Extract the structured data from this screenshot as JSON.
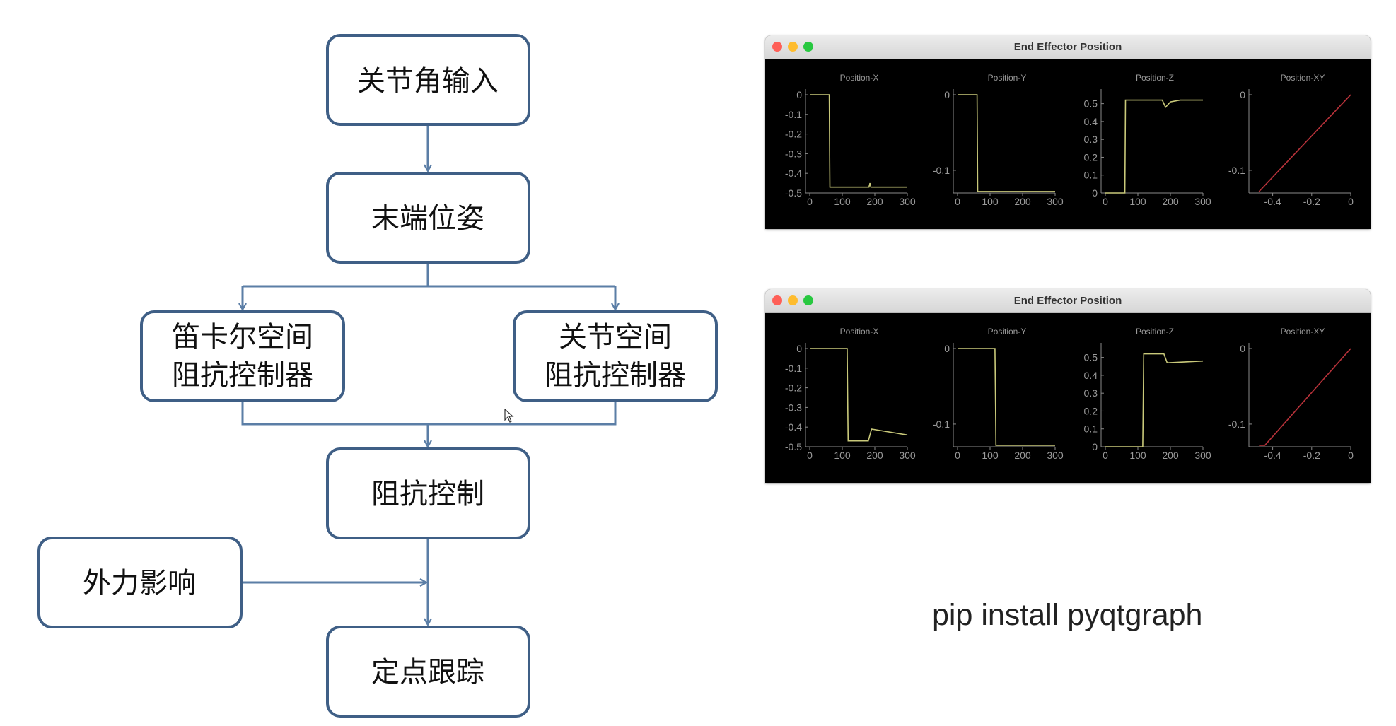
{
  "flowchart": {
    "nodes": {
      "joint_angle_input": "关节角输入",
      "end_pose": "末端位姿",
      "cartesian_line1": "笛卡尔空间",
      "cartesian_line2": "阻抗控制器",
      "joint_space_line1": "关节空间",
      "joint_space_line2": "阻抗控制器",
      "impedance_control": "阻抗控制",
      "external_force": "外力影响",
      "fixed_point_tracking": "定点跟踪"
    }
  },
  "windows": [
    {
      "title": "End Effector Position",
      "chart_data": [
        {
          "type": "line",
          "title": "Position-X",
          "xlim": [
            0,
            300
          ],
          "ylim": [
            -0.5,
            0
          ],
          "xticks": [
            "0",
            "100",
            "200",
            "300"
          ],
          "yticks": [
            "0",
            "-0.1",
            "-0.2",
            "-0.3",
            "-0.4",
            "-0.5"
          ],
          "x": [
            0,
            60,
            62,
            182,
            185,
            188,
            300
          ],
          "y": [
            0,
            0,
            -0.47,
            -0.47,
            -0.45,
            -0.47,
            -0.47
          ],
          "color": "#c9c97a"
        },
        {
          "type": "line",
          "title": "Position-Y",
          "xlim": [
            0,
            300
          ],
          "ylim": [
            -0.13,
            0
          ],
          "xticks": [
            "0",
            "100",
            "200",
            "300"
          ],
          "yticks": [
            "0",
            "-0.1"
          ],
          "x": [
            0,
            60,
            62,
            300
          ],
          "y": [
            0,
            0,
            -0.128,
            -0.128
          ],
          "color": "#c9c97a"
        },
        {
          "type": "line",
          "title": "Position-Z",
          "xlim": [
            0,
            300
          ],
          "ylim": [
            0,
            0.55
          ],
          "xticks": [
            "0",
            "100",
            "200",
            "300"
          ],
          "yticks": [
            "0.5",
            "0.4",
            "0.3",
            "0.2",
            "0.1",
            "0"
          ],
          "x": [
            0,
            60,
            62,
            175,
            185,
            200,
            230,
            300
          ],
          "y": [
            0,
            0,
            0.52,
            0.52,
            0.48,
            0.51,
            0.52,
            0.52
          ],
          "color": "#c9c97a"
        },
        {
          "type": "line",
          "title": "Position-XY",
          "xlim": [
            -0.5,
            0
          ],
          "ylim": [
            -0.13,
            0
          ],
          "xticks": [
            "-0.4",
            "-0.2",
            "0"
          ],
          "yticks": [
            "0",
            "-0.1"
          ],
          "x": [
            -0.47,
            0
          ],
          "y": [
            -0.128,
            0
          ],
          "color": "#b8323a"
        }
      ]
    },
    {
      "title": "End Effector Position",
      "chart_data": [
        {
          "type": "line",
          "title": "Position-X",
          "xlim": [
            0,
            300
          ],
          "ylim": [
            -0.5,
            0
          ],
          "xticks": [
            "0",
            "100",
            "200",
            "300"
          ],
          "yticks": [
            "0",
            "-0.1",
            "-0.2",
            "-0.3",
            "-0.4",
            "-0.5"
          ],
          "x": [
            0,
            115,
            118,
            180,
            190,
            300
          ],
          "y": [
            0,
            0,
            -0.47,
            -0.47,
            -0.41,
            -0.44
          ],
          "color": "#c9c97a"
        },
        {
          "type": "line",
          "title": "Position-Y",
          "xlim": [
            0,
            300
          ],
          "ylim": [
            -0.13,
            0
          ],
          "xticks": [
            "0",
            "100",
            "200",
            "300"
          ],
          "yticks": [
            "0",
            "-0.1"
          ],
          "x": [
            0,
            115,
            118,
            300
          ],
          "y": [
            0,
            0,
            -0.128,
            -0.128
          ],
          "color": "#c9c97a"
        },
        {
          "type": "line",
          "title": "Position-Z",
          "xlim": [
            0,
            300
          ],
          "ylim": [
            0,
            0.55
          ],
          "xticks": [
            "0",
            "100",
            "200",
            "300"
          ],
          "yticks": [
            "0.5",
            "0.4",
            "0.3",
            "0.2",
            "0.1",
            "0"
          ],
          "x": [
            0,
            115,
            118,
            180,
            190,
            300
          ],
          "y": [
            0,
            0,
            0.52,
            0.52,
            0.47,
            0.48
          ],
          "color": "#c9c97a"
        },
        {
          "type": "line",
          "title": "Position-XY",
          "xlim": [
            -0.5,
            0
          ],
          "ylim": [
            -0.13,
            0
          ],
          "xticks": [
            "-0.4",
            "-0.2",
            "0"
          ],
          "yticks": [
            "0",
            "-0.1"
          ],
          "x": [
            -0.47,
            -0.44,
            0
          ],
          "y": [
            -0.128,
            -0.128,
            0
          ],
          "color": "#b8323a"
        }
      ]
    }
  ],
  "install_command": "pip install pyqtgraph"
}
